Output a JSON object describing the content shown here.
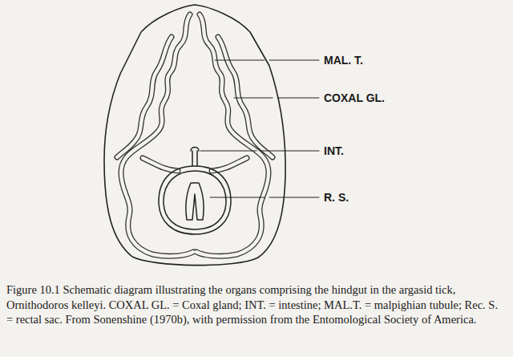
{
  "diagram": {
    "caption": "Figure 10.1 Schematic diagram illustrating the organs comprising the hindgut in the argasid tick, Ornithodoros kelleyi. COXAL GL. = Coxal gland; INT. = intestine; MAL.T. = malpighian tubule; Rec. S. = rectal sac. From Sonenshine (1970b), with permission from the Entomological Society of America.",
    "labels": [
      "MAL. T.",
      "COXAL GL.",
      "INT.",
      "R. S."
    ]
  }
}
